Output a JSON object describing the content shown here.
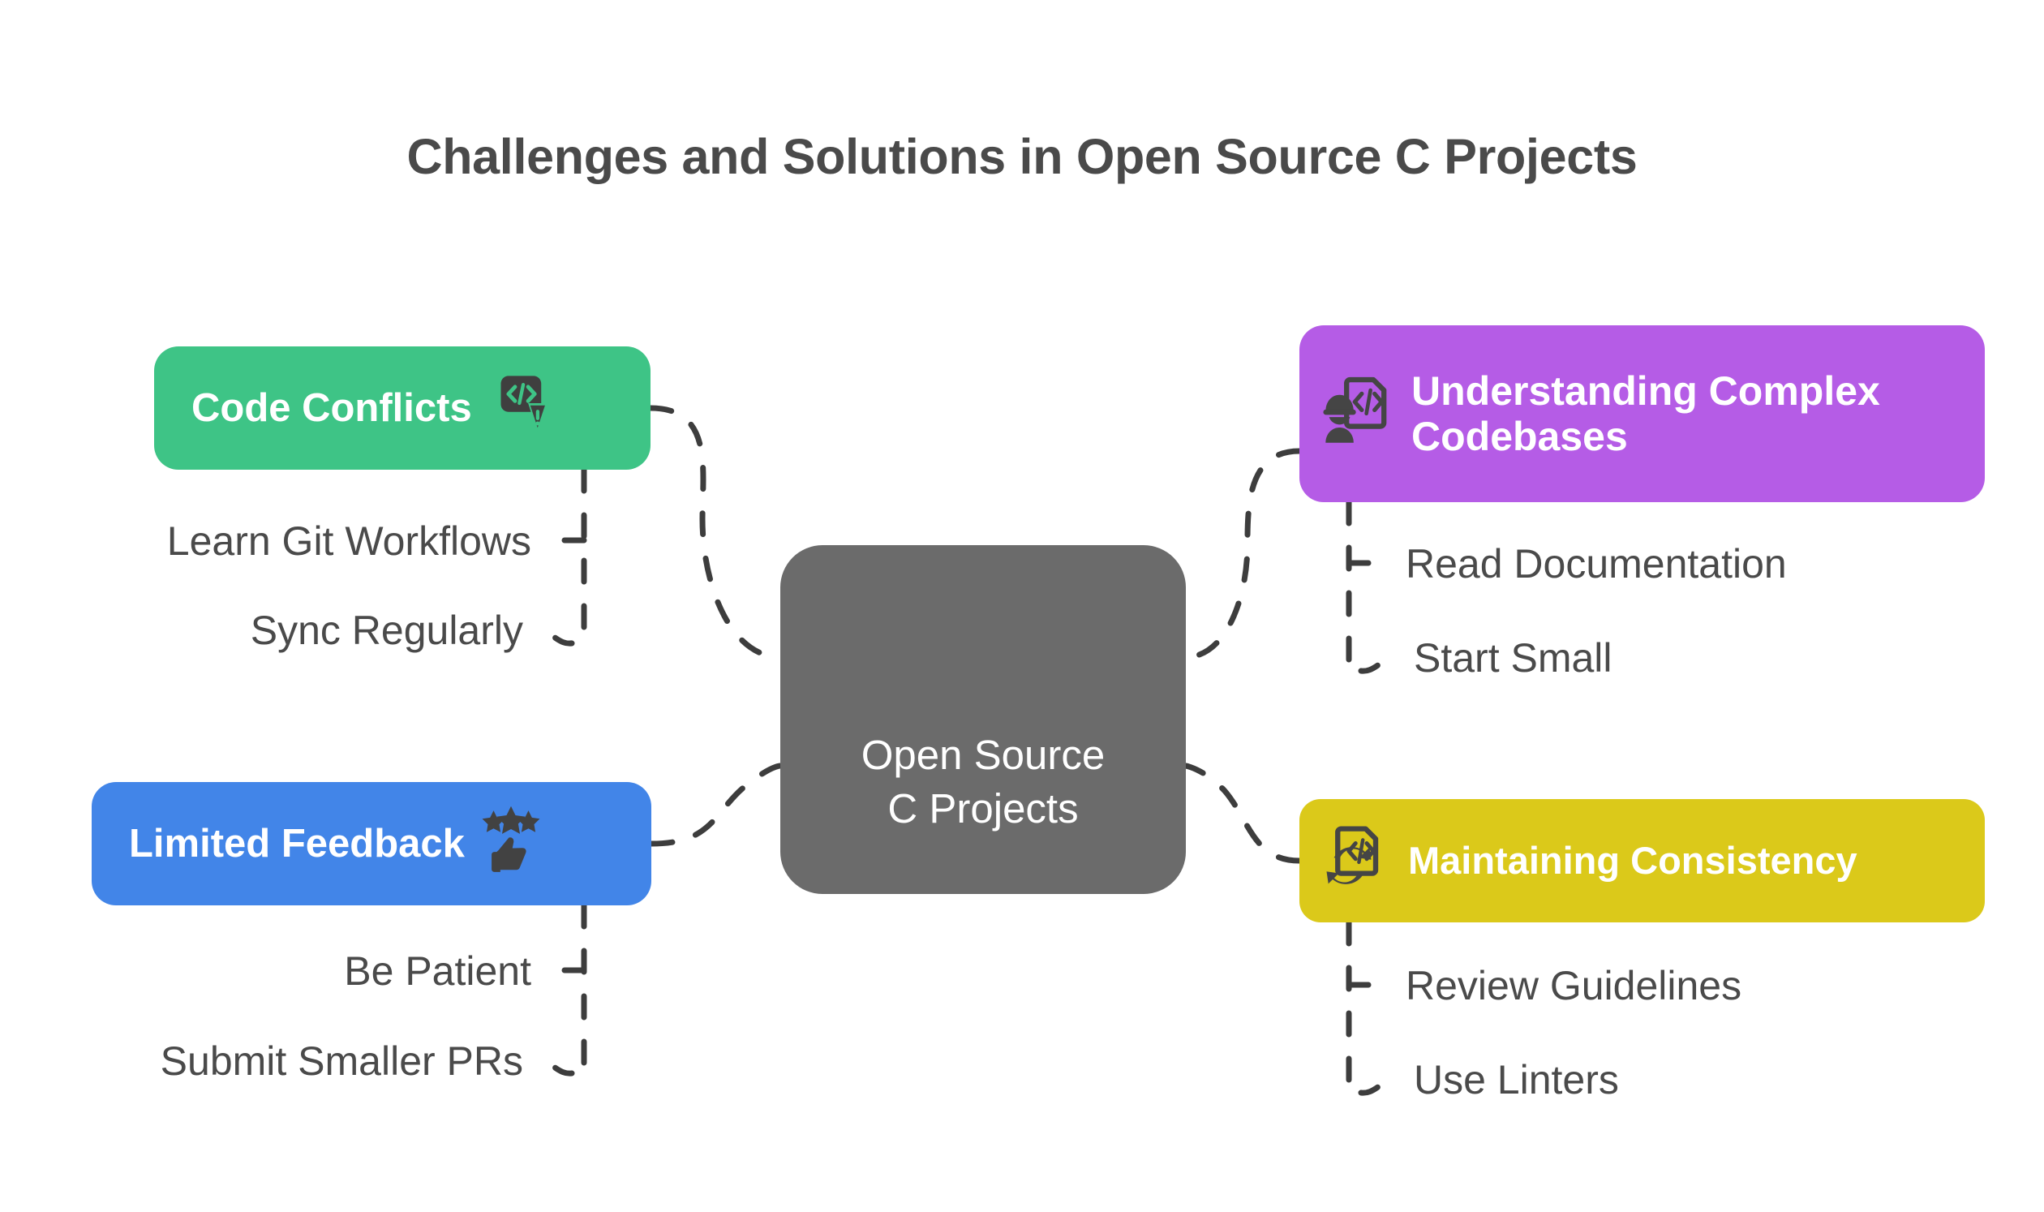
{
  "title": "Challenges and Solutions in Open Source C Projects",
  "center": {
    "line1": "Open Source",
    "line2": "C Projects",
    "color": "#6b6b6b"
  },
  "branches": [
    {
      "id": "code-conflicts",
      "label": "Code Conflicts",
      "color": "#3ec486",
      "icon": "code-file-warning-icon",
      "icon_side": "right",
      "side": "left",
      "children": [
        {
          "label": "Learn Git Workflows"
        },
        {
          "label": "Sync Regularly"
        }
      ]
    },
    {
      "id": "limited-feedback",
      "label": "Limited Feedback",
      "color": "#4285e8",
      "icon": "stars-thumbs-up-icon",
      "icon_side": "right",
      "side": "left",
      "children": [
        {
          "label": "Be Patient"
        },
        {
          "label": "Submit Smaller PRs"
        }
      ]
    },
    {
      "id": "understanding-complex-codebases",
      "label": "Understanding Complex Codebases",
      "label_line1": "Understanding Complex",
      "label_line2": "Codebases",
      "color": "#b55ce6",
      "icon": "developer-code-document-icon",
      "icon_side": "left",
      "side": "right",
      "children": [
        {
          "label": "Read Documentation"
        },
        {
          "label": "Start Small"
        }
      ]
    },
    {
      "id": "maintaining-consistency",
      "label": "Maintaining Consistency",
      "color": "#dbc91a",
      "icon": "sync-code-document-icon",
      "icon_side": "left",
      "side": "right",
      "children": [
        {
          "label": "Review Guidelines"
        },
        {
          "label": "Use Linters"
        }
      ]
    }
  ],
  "connector_color": "#3d3d3d",
  "text_color": "#4a4a4a",
  "background": "#ffffff"
}
